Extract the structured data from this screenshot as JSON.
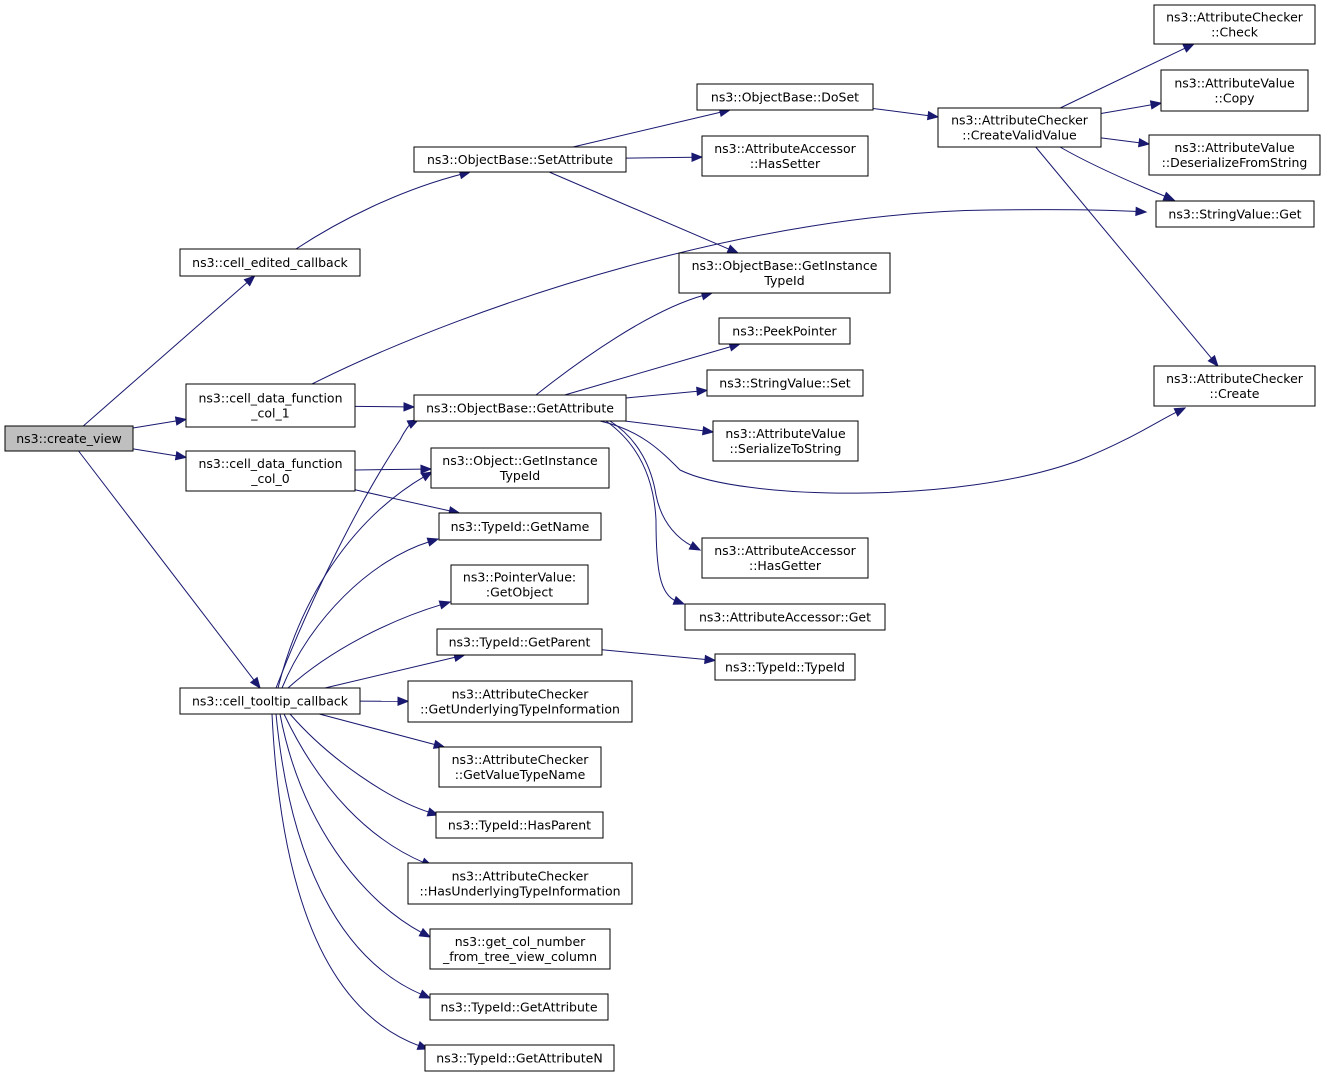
{
  "nodes": [
    {
      "id": "create_view",
      "lines": [
        "ns3::create_view"
      ],
      "root": true
    },
    {
      "id": "cell_edited_callback",
      "lines": [
        "ns3::cell_edited_callback"
      ]
    },
    {
      "id": "cell_data_function_col_1",
      "lines": [
        "ns3::cell_data_function",
        "_col_1"
      ]
    },
    {
      "id": "cell_data_function_col_0",
      "lines": [
        "ns3::cell_data_function",
        "_col_0"
      ]
    },
    {
      "id": "cell_tooltip_callback",
      "lines": [
        "ns3::cell_tooltip_callback"
      ]
    },
    {
      "id": "ob_setattribute",
      "lines": [
        "ns3::ObjectBase::SetAttribute"
      ]
    },
    {
      "id": "ob_getattribute",
      "lines": [
        "ns3::ObjectBase::GetAttribute"
      ]
    },
    {
      "id": "obj_getinstancetypeid",
      "lines": [
        "ns3::Object::GetInstance",
        "TypeId"
      ]
    },
    {
      "id": "typeid_getname",
      "lines": [
        "ns3::TypeId::GetName"
      ]
    },
    {
      "id": "pointervalue_getobject",
      "lines": [
        "ns3::PointerValue:",
        ":GetObject"
      ]
    },
    {
      "id": "typeid_getparent",
      "lines": [
        "ns3::TypeId::GetParent"
      ]
    },
    {
      "id": "ac_getunderlying",
      "lines": [
        "ns3::AttributeChecker",
        "::GetUnderlyingTypeInformation"
      ]
    },
    {
      "id": "ac_getvaluetypename",
      "lines": [
        "ns3::AttributeChecker",
        "::GetValueTypeName"
      ]
    },
    {
      "id": "typeid_hasparent",
      "lines": [
        "ns3::TypeId::HasParent"
      ]
    },
    {
      "id": "ac_hasunderlying",
      "lines": [
        "ns3::AttributeChecker",
        "::HasUnderlyingTypeInformation"
      ]
    },
    {
      "id": "get_col_number",
      "lines": [
        "ns3::get_col_number",
        "_from_tree_view_column"
      ]
    },
    {
      "id": "typeid_getattribute",
      "lines": [
        "ns3::TypeId::GetAttribute"
      ]
    },
    {
      "id": "typeid_getattributen",
      "lines": [
        "ns3::TypeId::GetAttributeN"
      ]
    },
    {
      "id": "ob_doset",
      "lines": [
        "ns3::ObjectBase::DoSet"
      ]
    },
    {
      "id": "aa_hassetter",
      "lines": [
        "ns3::AttributeAccessor",
        "::HasSetter"
      ]
    },
    {
      "id": "ob_getinstancetypeid",
      "lines": [
        "ns3::ObjectBase::GetInstance",
        "TypeId"
      ]
    },
    {
      "id": "peekpointer",
      "lines": [
        "ns3::PeekPointer"
      ]
    },
    {
      "id": "stringvalue_set",
      "lines": [
        "ns3::StringValue::Set"
      ]
    },
    {
      "id": "av_serializetostring",
      "lines": [
        "ns3::AttributeValue",
        "::SerializeToString"
      ]
    },
    {
      "id": "aa_hasgetter",
      "lines": [
        "ns3::AttributeAccessor",
        "::HasGetter"
      ]
    },
    {
      "id": "aa_get",
      "lines": [
        "ns3::AttributeAccessor::Get"
      ]
    },
    {
      "id": "typeid_typeid",
      "lines": [
        "ns3::TypeId::TypeId"
      ]
    },
    {
      "id": "ac_createvalidvalue",
      "lines": [
        "ns3::AttributeChecker",
        "::CreateValidValue"
      ]
    },
    {
      "id": "ac_check",
      "lines": [
        "ns3::AttributeChecker",
        "::Check"
      ]
    },
    {
      "id": "av_copy",
      "lines": [
        "ns3::AttributeValue",
        "::Copy"
      ]
    },
    {
      "id": "av_deserialize",
      "lines": [
        "ns3::AttributeValue",
        "::DeserializeFromString"
      ]
    },
    {
      "id": "stringvalue_get",
      "lines": [
        "ns3::StringValue::Get"
      ]
    },
    {
      "id": "ac_create",
      "lines": [
        "ns3::AttributeChecker",
        "::Create"
      ]
    }
  ],
  "edges": [
    {
      "from": "create_view",
      "to": "cell_edited_callback"
    },
    {
      "from": "create_view",
      "to": "cell_data_function_col_1"
    },
    {
      "from": "create_view",
      "to": "cell_data_function_col_0"
    },
    {
      "from": "create_view",
      "to": "cell_tooltip_callback"
    },
    {
      "from": "cell_edited_callback",
      "to": "ob_setattribute"
    },
    {
      "from": "ob_setattribute",
      "to": "ob_doset"
    },
    {
      "from": "ob_setattribute",
      "to": "aa_hassetter"
    },
    {
      "from": "ob_setattribute",
      "to": "ob_getinstancetypeid"
    },
    {
      "from": "ob_doset",
      "to": "ac_createvalidvalue"
    },
    {
      "from": "ac_createvalidvalue",
      "to": "ac_check"
    },
    {
      "from": "ac_createvalidvalue",
      "to": "av_copy"
    },
    {
      "from": "ac_createvalidvalue",
      "to": "av_deserialize"
    },
    {
      "from": "ac_createvalidvalue",
      "to": "stringvalue_get"
    },
    {
      "from": "ac_createvalidvalue",
      "to": "ac_create"
    },
    {
      "from": "cell_data_function_col_1",
      "to": "stringvalue_get"
    },
    {
      "from": "cell_data_function_col_1",
      "to": "ob_getattribute"
    },
    {
      "from": "cell_data_function_col_0",
      "to": "obj_getinstancetypeid"
    },
    {
      "from": "cell_data_function_col_0",
      "to": "typeid_getname"
    },
    {
      "from": "ob_getattribute",
      "to": "ob_getinstancetypeid"
    },
    {
      "from": "ob_getattribute",
      "to": "peekpointer"
    },
    {
      "from": "ob_getattribute",
      "to": "stringvalue_set"
    },
    {
      "from": "ob_getattribute",
      "to": "av_serializetostring"
    },
    {
      "from": "ob_getattribute",
      "to": "ac_create"
    },
    {
      "from": "ob_getattribute",
      "to": "aa_hasgetter"
    },
    {
      "from": "ob_getattribute",
      "to": "aa_get"
    },
    {
      "from": "cell_tooltip_callback",
      "to": "ob_getattribute"
    },
    {
      "from": "cell_tooltip_callback",
      "to": "obj_getinstancetypeid"
    },
    {
      "from": "cell_tooltip_callback",
      "to": "typeid_getname"
    },
    {
      "from": "cell_tooltip_callback",
      "to": "pointervalue_getobject"
    },
    {
      "from": "cell_tooltip_callback",
      "to": "typeid_getparent"
    },
    {
      "from": "cell_tooltip_callback",
      "to": "ac_getunderlying"
    },
    {
      "from": "cell_tooltip_callback",
      "to": "ac_getvaluetypename"
    },
    {
      "from": "cell_tooltip_callback",
      "to": "typeid_hasparent"
    },
    {
      "from": "cell_tooltip_callback",
      "to": "ac_hasunderlying"
    },
    {
      "from": "cell_tooltip_callback",
      "to": "get_col_number"
    },
    {
      "from": "cell_tooltip_callback",
      "to": "typeid_getattribute"
    },
    {
      "from": "cell_tooltip_callback",
      "to": "typeid_getattributen"
    },
    {
      "from": "typeid_getparent",
      "to": "typeid_typeid"
    }
  ]
}
